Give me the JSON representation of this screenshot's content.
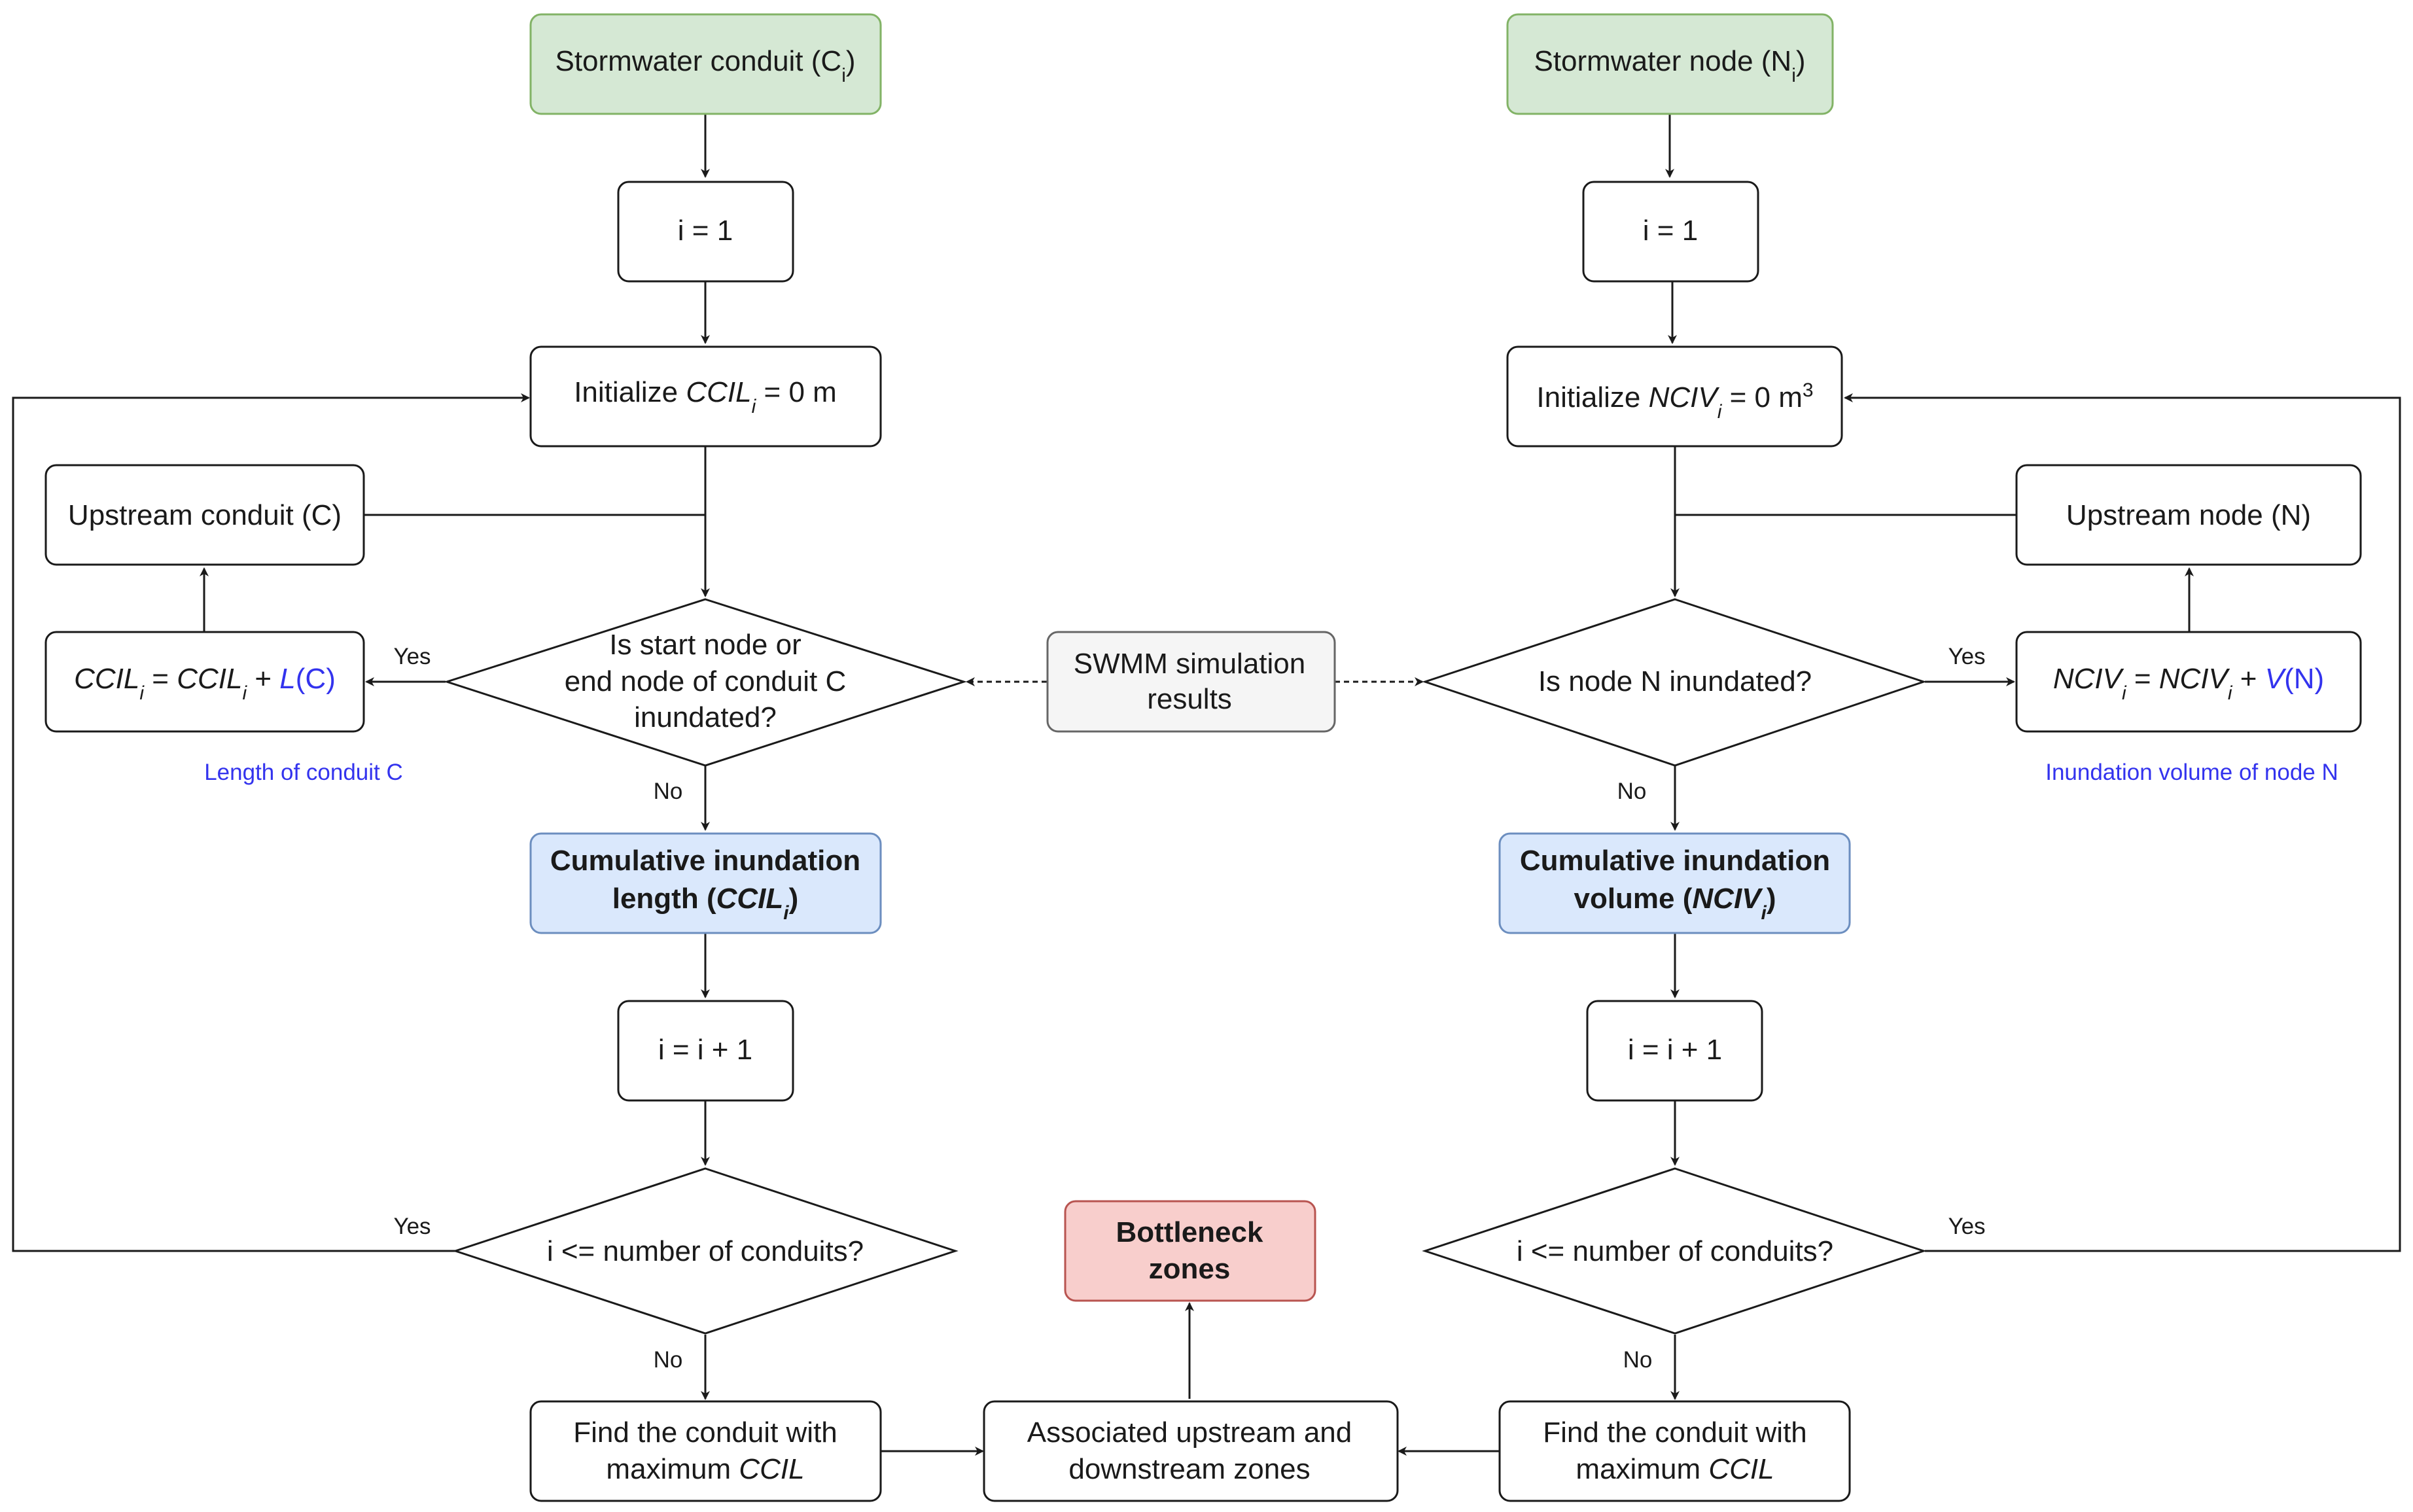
{
  "colors": {
    "start_fill": "#d5e8d4",
    "start_stroke": "#82b366",
    "result_fill": "#dae8fc",
    "result_stroke": "#6c8ebf",
    "sim_fill": "#f5f5f5",
    "sim_stroke": "#666666",
    "bottleneck_fill": "#f8cecc",
    "bottleneck_stroke": "#b85450",
    "highlight_text": "#3333ee"
  },
  "left": {
    "start": {
      "prefix": "Stormwater conduit (C",
      "sub": "i",
      "suffix": ")"
    },
    "counter_init": "i = 1",
    "init": {
      "prefix": "Initialize ",
      "var": "CCIL",
      "sub": "i",
      "suffix": " = 0 m"
    },
    "upstream": "Upstream conduit (C)",
    "update": {
      "lhs": "CCIL",
      "lhs_sub": "i",
      "eq": " = ",
      "rhs": "CCIL",
      "rhs_sub": "i",
      "plus": " + ",
      "fn": "L",
      "arg": "(C)"
    },
    "update_note": "Length of conduit C",
    "decision1": [
      "Is start node or",
      "end node of conduit C",
      "inundated?"
    ],
    "result": {
      "line1": "Cumulative inundation",
      "line2_prefix": "length (",
      "var": "CCIL",
      "sub": "i",
      "line2_suffix": ")"
    },
    "counter_inc": "i = i + 1",
    "decision2": "i <= number of conduits?",
    "find": {
      "line1": "Find the conduit with",
      "line2_prefix": "maximum ",
      "var": "CCIL"
    }
  },
  "right": {
    "start": {
      "prefix": "Stormwater node (N",
      "sub": "i",
      "suffix": ")"
    },
    "counter_init": "i = 1",
    "init": {
      "prefix": "Initialize ",
      "var": "NCIV",
      "sub": "i",
      "suffix": " = 0 m",
      "sup": "3"
    },
    "upstream": "Upstream node (N)",
    "update": {
      "lhs": "NCIV",
      "lhs_sub": "i",
      "eq": " = ",
      "rhs": "NCIV",
      "rhs_sub": "i",
      "plus": " + ",
      "fn": "V",
      "arg": "(N)"
    },
    "update_note": "Inundation volume of node N",
    "decision1": "Is node N inundated?",
    "result": {
      "line1": "Cumulative inundation",
      "line2_prefix": "volume (",
      "var": "NCIV",
      "sub": "i",
      "line2_suffix": ")"
    },
    "counter_inc": "i = i + 1",
    "decision2": "i <= number of conduits?",
    "find": {
      "line1": "Find the conduit with",
      "line2_prefix": "maximum ",
      "var": "CCIL"
    }
  },
  "center": {
    "simulation": [
      "SWMM simulation",
      "results"
    ],
    "associated": [
      "Associated upstream and",
      "downstream zones"
    ],
    "bottleneck": [
      "Bottleneck",
      "zones"
    ]
  },
  "edge_labels": {
    "yes": "Yes",
    "no": "No"
  }
}
